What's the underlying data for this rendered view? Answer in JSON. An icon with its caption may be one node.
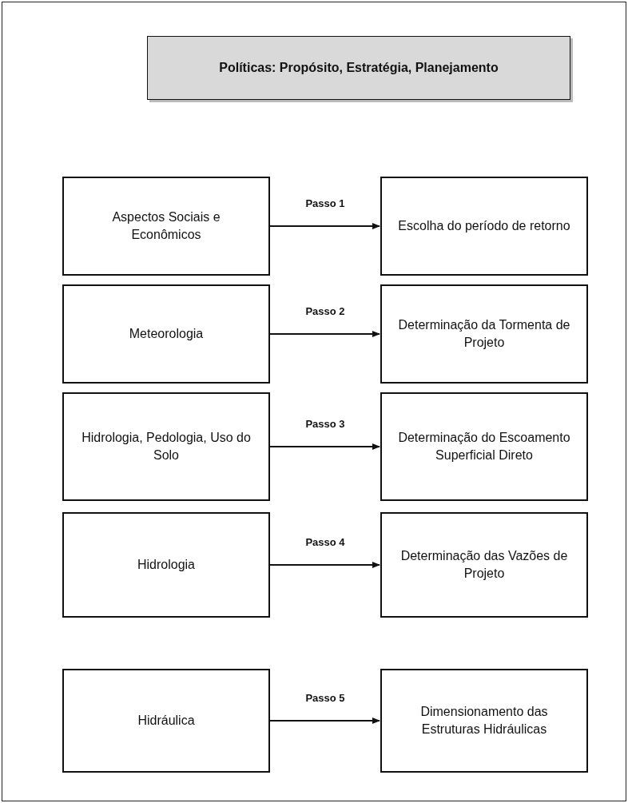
{
  "diagram": {
    "nodes": [
      {
        "text": [
          "Políticas: Propósito, Estratégia, Planejamento"
        ]
      },
      {
        "text": [
          "Aspectos Sociais e Econômicos"
        ]
      },
      {
        "text": [
          "Escolha do período de retorno"
        ]
      },
      {
        "text": [
          "Meteorologia"
        ]
      },
      {
        "text": [
          "Determinação da Tormenta de Projeto"
        ]
      },
      {
        "text": [
          "Hidrologia, Pedologia, Uso do Solo"
        ]
      },
      {
        "text": [
          "Determinação do Escoamento Superficial Direto"
        ]
      },
      {
        "text": [
          "Hidrologia"
        ]
      },
      {
        "text": [
          "Determinação das Vazões de Projeto"
        ]
      },
      {
        "text": [
          "Hidráulica"
        ]
      },
      {
        "text": [
          "Dimensionamento das Estruturas Hidráulicas"
        ]
      }
    ],
    "edges": [
      {
        "from": 1,
        "to": 2,
        "arrow": "to",
        "label": "Passo 1"
      },
      {
        "from": 3,
        "to": 4,
        "arrow": "to",
        "label": "Passo 2"
      },
      {
        "from": 5,
        "to": 6,
        "arrow": "to",
        "label": "Passo 3"
      },
      {
        "from": 7,
        "to": 8,
        "arrow": "to",
        "label": "Passo 4"
      },
      {
        "from": 9,
        "to": 10,
        "arrow": "to",
        "label": "Passo 5"
      }
    ]
  }
}
